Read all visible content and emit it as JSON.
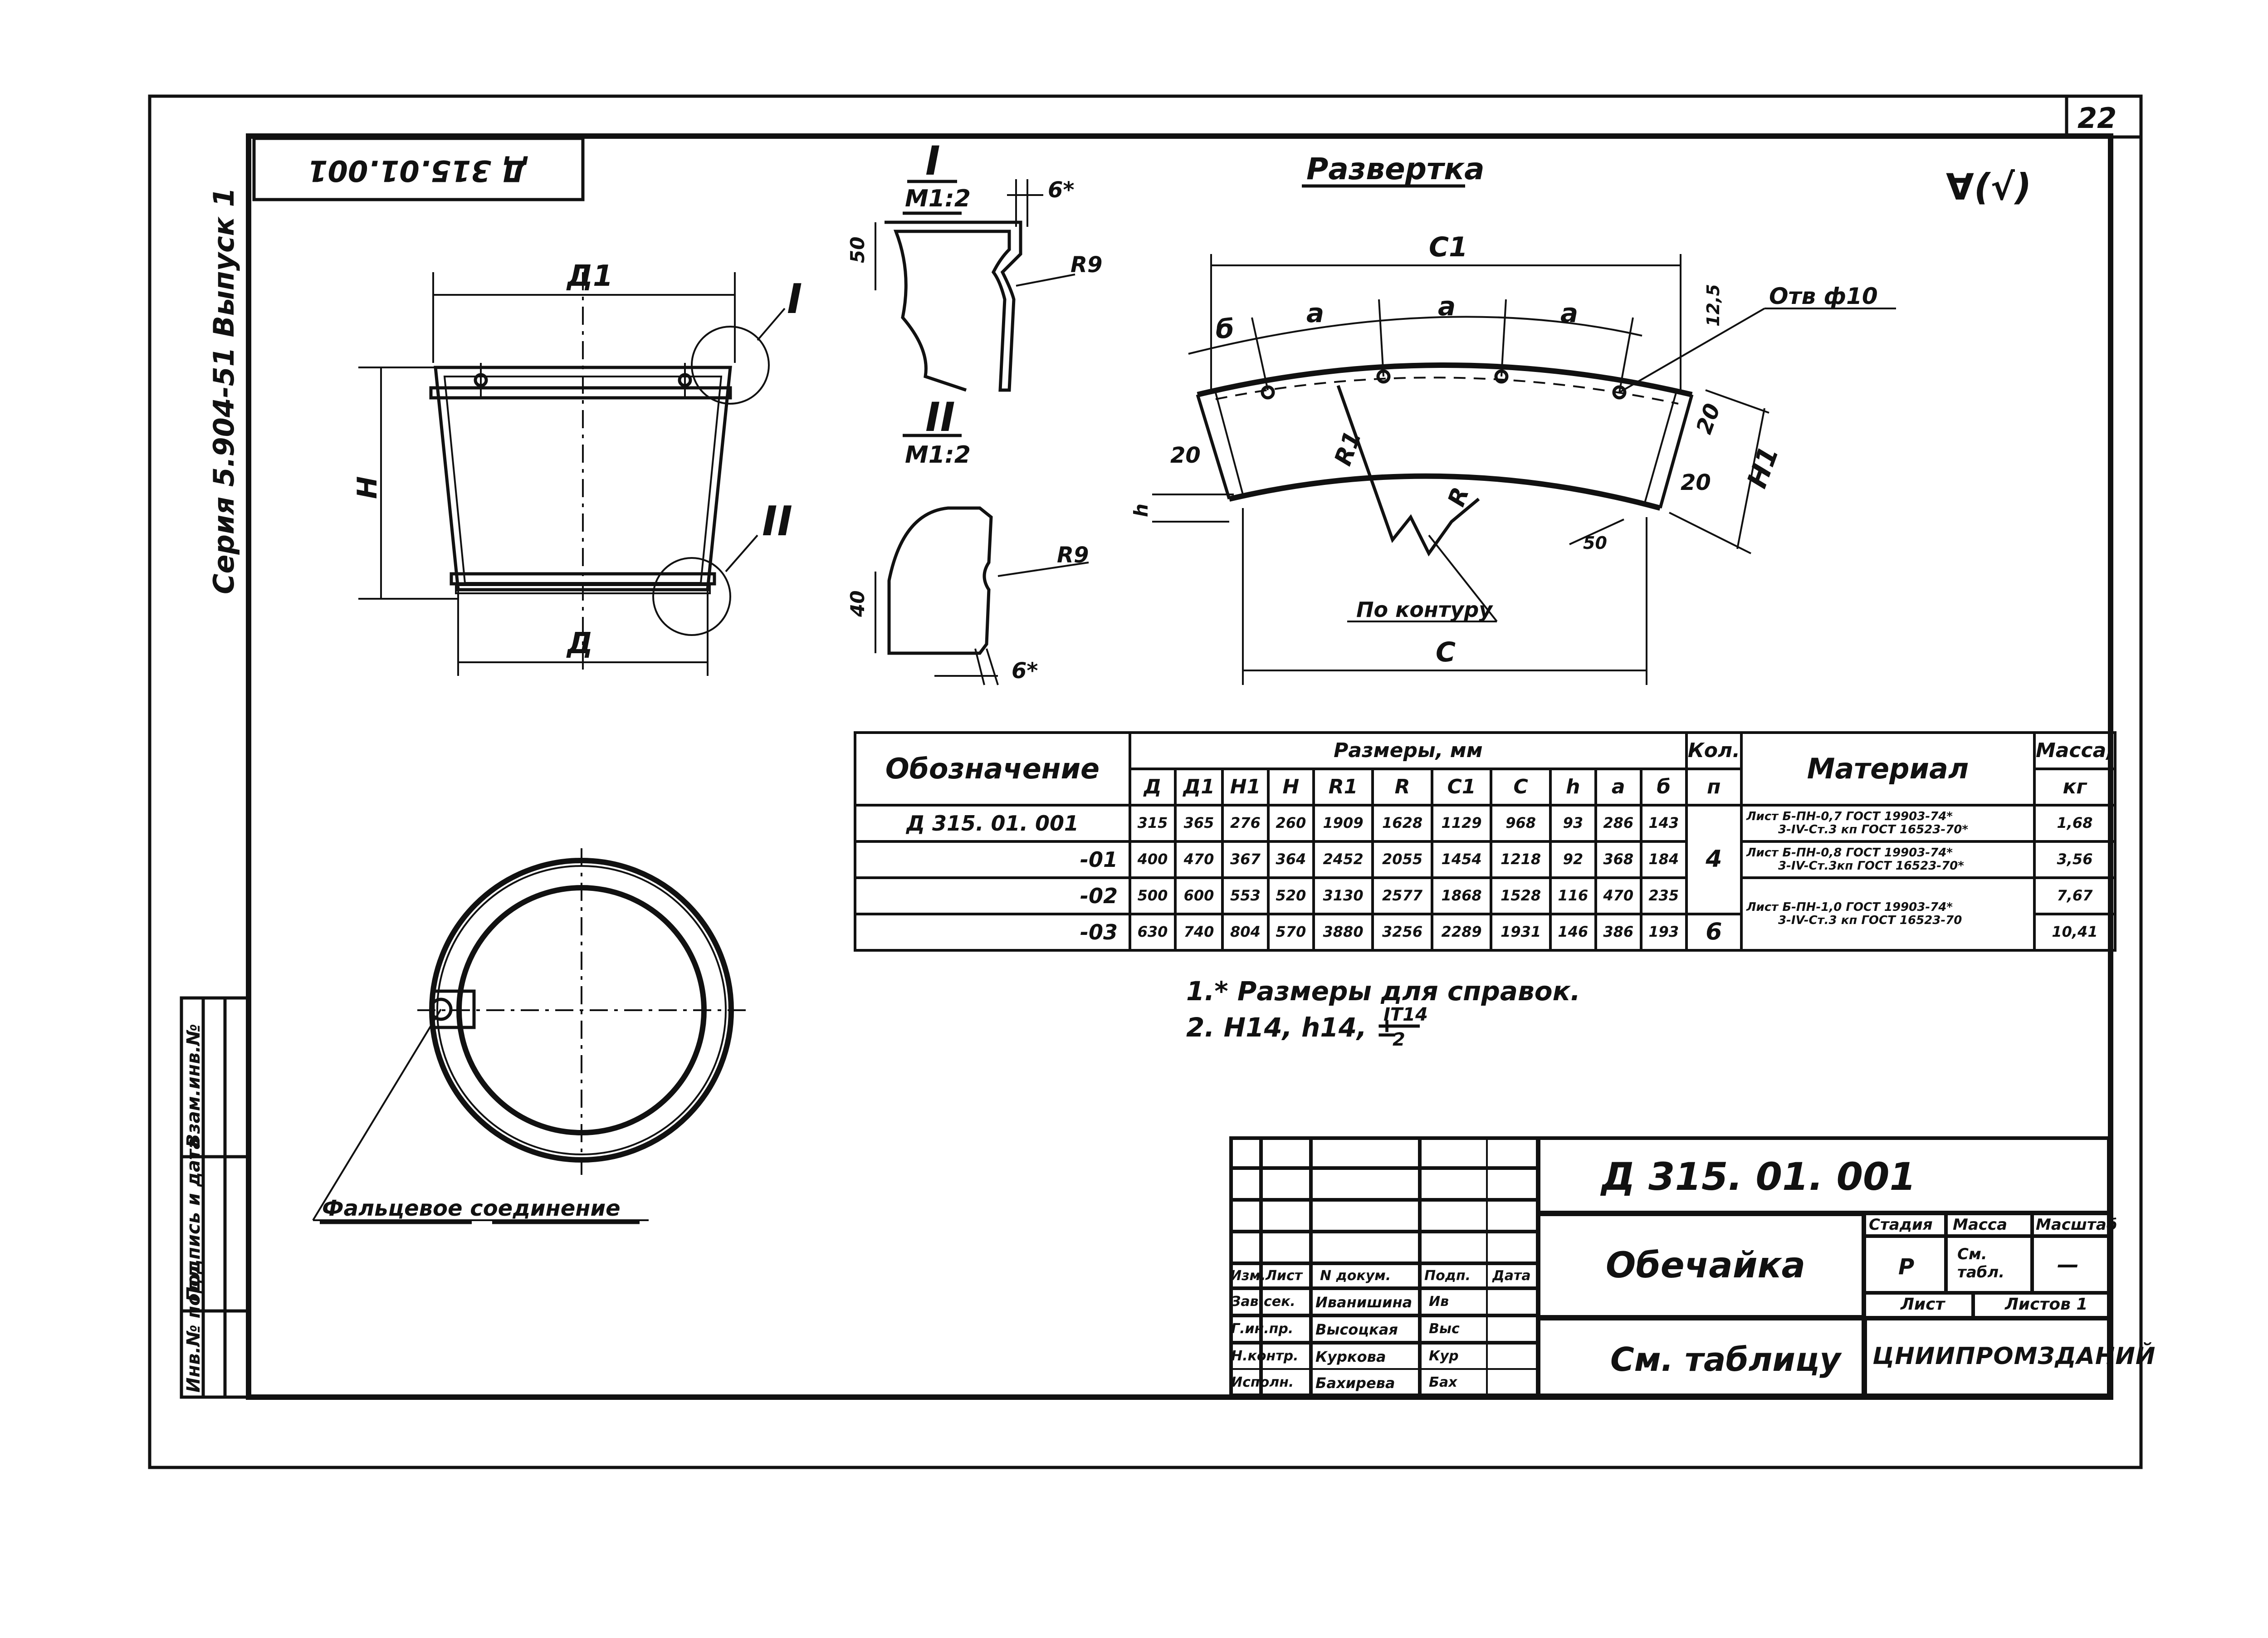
{
  "sheet_number": "22",
  "top_code_rotated": "Д 315.01.001",
  "series_label": "Серия 5.904-51 Выпуск 1",
  "surface_mark": "∀(√)",
  "views": {
    "section_1": {
      "roman": "I",
      "scale": "M1:2",
      "dim_h": "50",
      "dim_t": "6*",
      "radius": "R9"
    },
    "section_2": {
      "roman": "II",
      "scale": "M1:2",
      "dim_h": "40",
      "dim_t": "6*",
      "radius": "R9"
    },
    "front": {
      "d1": "Д1",
      "d": "Д",
      "h": "H",
      "callout_1": "I",
      "callout_2": "II"
    },
    "development": {
      "title": "Развертка",
      "c1": "C1",
      "c": "C",
      "a1": "a",
      "a2": "a",
      "a3": "a",
      "b": "б",
      "dim_125": "12,5",
      "hole": "Отв ф10",
      "d20a": "20",
      "d20b": "20",
      "d20c": "20",
      "h1": "H1",
      "h": "h",
      "r1": "R1",
      "r": "R",
      "d50": "50",
      "contour": "По контуру"
    },
    "ring": {
      "seam_label": "Фальцевое соединение"
    }
  },
  "table": {
    "col_designation": "Обозначение",
    "col_sizes": "Размеры, мм",
    "col_qty": "Кол.",
    "col_qty_sub": "п",
    "col_material": "Материал",
    "col_mass": "Масса,",
    "col_mass_unit": "кг",
    "size_headers": [
      "Д",
      "Д1",
      "H1",
      "H",
      "R1",
      "R",
      "C1",
      "C",
      "h",
      "a",
      "б"
    ],
    "rows": [
      {
        "designation": "Д 315. 01. 001",
        "values": [
          "315",
          "365",
          "276",
          "260",
          "1909",
          "1628",
          "1129",
          "968",
          "93",
          "286",
          "143"
        ],
        "mass": "1,68"
      },
      {
        "designation": "-01",
        "values": [
          "400",
          "470",
          "367",
          "364",
          "2452",
          "2055",
          "1454",
          "1218",
          "92",
          "368",
          "184"
        ],
        "mass": "3,56"
      },
      {
        "designation": "-02",
        "values": [
          "500",
          "600",
          "553",
          "520",
          "3130",
          "2577",
          "1868",
          "1528",
          "116",
          "470",
          "235"
        ],
        "mass": "7,67"
      },
      {
        "designation": "-03",
        "values": [
          "630",
          "740",
          "804",
          "570",
          "3880",
          "3256",
          "2289",
          "1931",
          "146",
          "386",
          "193"
        ],
        "mass": "10,41"
      }
    ],
    "qty_a": "4",
    "qty_b": "6",
    "materials": [
      {
        "prefix": "Лист",
        "line1": "Б-ПН-0,7 ГОСТ 19903-74*",
        "line2": "3-IV-Ст.3 кп ГОСТ 16523-70*"
      },
      {
        "prefix": "Лист",
        "line1": "Б-ПН-0,8 ГОСТ 19903-74*",
        "line2": "3-IV-Ст.3кп ГОСТ 16523-70*"
      },
      {
        "prefix": "Лист",
        "line1": "Б-ПН-1,0 ГОСТ 19903-74*",
        "line2": "3-IV-Ст.3 кп ГОСТ 16523-70"
      }
    ]
  },
  "notes": {
    "note1": "1.* Размеры для справок.",
    "note2": "2. H14, h14, ±",
    "note2_frac_top": "IT14",
    "note2_frac_bot": "2"
  },
  "side_labels": {
    "inv_no_orig": "Инв.№ подл.",
    "sign_date": "Подпись и дата",
    "replace_inv": "Взам.инв.№"
  },
  "title_block": {
    "code": "Д 315. 01. 001",
    "name": "Обечайка",
    "material": "См. таблицу",
    "org": "ЦНИИПРОМЗДАНИЙ",
    "stage_h": "Стадия",
    "mass_h": "Масса",
    "scale_h": "Масштаб",
    "stage": "Р",
    "mass": "См. табл.",
    "scale": "—",
    "sheet_h": "Лист",
    "sheets_h": "Листов 1",
    "hdr": [
      "Изм.",
      "Лист",
      "N докум.",
      "Подп.",
      "Дата"
    ],
    "people": [
      {
        "role": "Зав.сек.",
        "name": "Иванишина",
        "sign": "Ив"
      },
      {
        "role": "Г.ин.пр.",
        "name": "Высоцкая",
        "sign": "Выс"
      },
      {
        "role": "Н.контр.",
        "name": "Куркова",
        "sign": "Кур"
      },
      {
        "role": "Исполн.",
        "name": "Бахирева",
        "sign": "Бах"
      }
    ]
  }
}
